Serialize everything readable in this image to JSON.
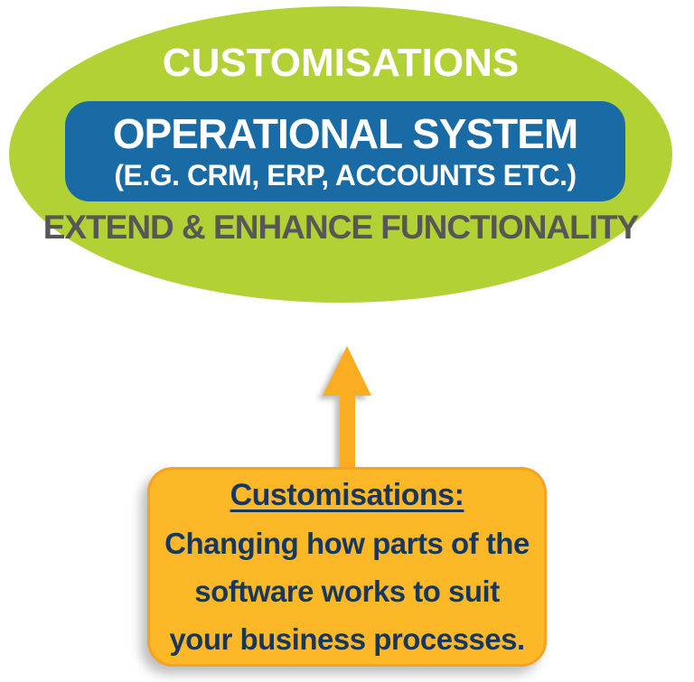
{
  "colors": {
    "background": "#FFFFFF",
    "ellipse_green": "#B1D135",
    "system_blue": "#186BA5",
    "title_white": "#FFFFFF",
    "subtitle_gray": "#575757",
    "arrow_orange": "#FBAD21",
    "note_fill": "#FDB827",
    "note_border": "#F5A226",
    "note_text_navy": "#17375D"
  },
  "ellipse": {
    "title": "CUSTOMISATIONS",
    "subtitle": "EXTEND & ENHANCE FUNCTIONALITY"
  },
  "system_box": {
    "title": "OPERATIONAL SYSTEM",
    "subtitle": "(E.G. CRM, ERP, ACCOUNTS ETC.)"
  },
  "arrow": {
    "direction": "up"
  },
  "note_box": {
    "heading": "Customisations:",
    "lines": [
      "Changing how parts of the",
      "software works to suit",
      "your business processes."
    ]
  }
}
